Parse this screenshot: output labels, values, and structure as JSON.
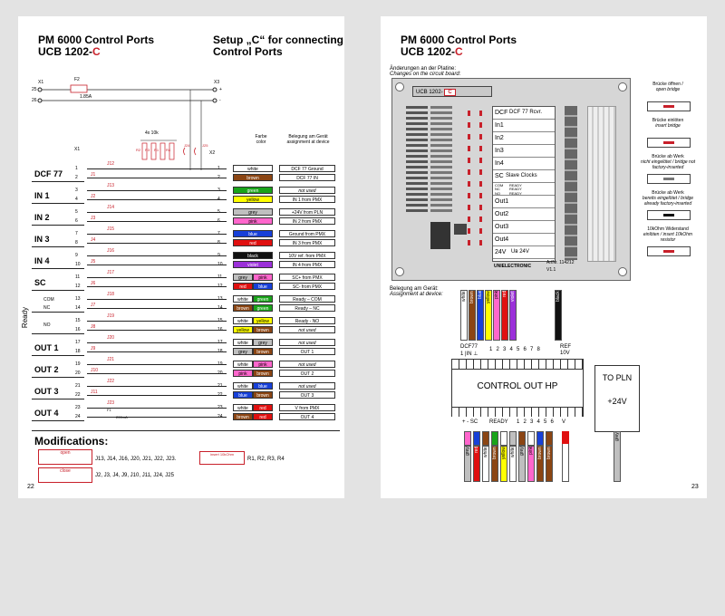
{
  "left": {
    "title_line1": "PM 6000 Control Ports",
    "title_line2": "UCB 1202-",
    "title_suffix": "C",
    "setup_line1": "Setup „C“ for connecting",
    "setup_line2": "Control Ports",
    "x1_top": "X1",
    "x3": "X3",
    "f2": "F2",
    "fuse_rating": "1.85A",
    "plus": "+",
    "minus": "-",
    "pin25": "25",
    "pin26": "26",
    "resistors_label": "4x 10k",
    "r2": "R2",
    "r3": "R3",
    "r1": "R1",
    "r4": "R4",
    "j24": "J24",
    "j25": "J25",
    "x1_mid": "X1",
    "x2": "X2",
    "col_color_1": "Farbe",
    "col_color_2": "color",
    "col_assign_1": "Belegung am Gerät",
    "col_assign_2": "assignment at device",
    "ready_label": "Ready",
    "f1": "F1",
    "f1_rating": "200mA",
    "rows": [
      {
        "name": "DCF 77",
        "sub": "",
        "pins": [
          "1",
          "2"
        ],
        "j": [
          "J12",
          "J1"
        ],
        "colors": [
          {
            "c": "white",
            "bg": "#ffffff",
            "fg": "#000"
          },
          {
            "c": "brown",
            "bg": "#8b4513",
            "fg": "#fff"
          }
        ],
        "assign": [
          "DCF 77 Ground",
          "DCF 77 IN"
        ]
      },
      {
        "name": "IN 1",
        "sub": "",
        "pins": [
          "3",
          "4"
        ],
        "j": [
          "J13",
          "J2"
        ],
        "colors": [
          {
            "c": "green",
            "bg": "#1aa31a",
            "fg": "#fff"
          },
          {
            "c": "yellow",
            "bg": "#ffff00",
            "fg": "#000"
          }
        ],
        "assign": [
          "not used",
          "IN 1 from PMX"
        ]
      },
      {
        "name": "IN 2",
        "sub": "",
        "pins": [
          "5",
          "6"
        ],
        "j": [
          "J14",
          "J3"
        ],
        "colors": [
          {
            "c": "grey",
            "bg": "#bfbfbf",
            "fg": "#000"
          },
          {
            "c": "pink",
            "bg": "#ff66cc",
            "fg": "#000"
          }
        ],
        "assign": [
          "+24V from PLN",
          "IN 2 from PMX"
        ]
      },
      {
        "name": "IN 3",
        "sub": "",
        "pins": [
          "7",
          "8"
        ],
        "j": [
          "J15",
          "J4"
        ],
        "colors": [
          {
            "c": "blue",
            "bg": "#1740d8",
            "fg": "#fff"
          },
          {
            "c": "red",
            "bg": "#e01010",
            "fg": "#fff"
          }
        ],
        "assign": [
          "Ground from PMX",
          "IN 3 from PMX"
        ]
      },
      {
        "name": "IN 4",
        "sub": "",
        "pins": [
          "9",
          "10"
        ],
        "j": [
          "J16",
          "J5"
        ],
        "colors": [
          {
            "c": "black",
            "bg": "#111111",
            "fg": "#fff"
          },
          {
            "c": "violet",
            "bg": "#9b30d9",
            "fg": "#fff"
          }
        ],
        "assign": [
          "10V ref. from PMX",
          "IN 4 from PMX"
        ]
      },
      {
        "name": "SC",
        "sub": "",
        "pins": [
          "11",
          "12"
        ],
        "j": [
          "J17",
          "J6"
        ],
        "colors": [
          {
            "c": "grey",
            "bg": "#bfbfbf",
            "fg": "#000",
            "c2": "pink",
            "bg2": "#ff66cc"
          },
          {
            "c": "red",
            "bg": "#e01010",
            "fg": "#fff",
            "c2": "blue",
            "bg2": "#1740d8"
          }
        ],
        "assign": [
          "SC+ from PMX",
          "SC- from PMX"
        ]
      },
      {
        "name": "",
        "sub": "COM",
        "pins": [
          "13",
          "14"
        ],
        "j": [
          "J18",
          "J7"
        ],
        "colors": [
          {
            "c": "white",
            "bg": "#ffffff",
            "fg": "#000",
            "c2": "green",
            "bg2": "#1aa31a"
          },
          {
            "c": "brown",
            "bg": "#8b4513",
            "fg": "#fff",
            "c2": "green",
            "bg2": "#1aa31a"
          }
        ],
        "assign": [
          "Ready – COM",
          "Ready – NC"
        ],
        "sub2": "NC"
      },
      {
        "name": "",
        "sub": "NO",
        "pins": [
          "15",
          "16"
        ],
        "j": [
          "J19",
          "J8"
        ],
        "colors": [
          {
            "c": "white",
            "bg": "#ffffff",
            "fg": "#000",
            "c2": "yellow",
            "bg2": "#ffff00"
          },
          {
            "c": "yellow",
            "bg": "#ffff00",
            "fg": "#000",
            "c2": "brown",
            "bg2": "#8b4513"
          }
        ],
        "assign": [
          "Ready - NO",
          "not used"
        ]
      },
      {
        "name": "OUT 1",
        "sub": "",
        "pins": [
          "17",
          "18"
        ],
        "j": [
          "J20",
          "J9"
        ],
        "colors": [
          {
            "c": "white",
            "bg": "#ffffff",
            "fg": "#000",
            "c2": "grey",
            "bg2": "#bfbfbf"
          },
          {
            "c": "grey",
            "bg": "#bfbfbf",
            "fg": "#000",
            "c2": "brown",
            "bg2": "#8b4513"
          }
        ],
        "assign": [
          "not used",
          "OUT 1"
        ]
      },
      {
        "name": "OUT 2",
        "sub": "",
        "pins": [
          "19",
          "20"
        ],
        "j": [
          "J21",
          "J10"
        ],
        "colors": [
          {
            "c": "white",
            "bg": "#ffffff",
            "fg": "#000",
            "c2": "pink",
            "bg2": "#ff66cc"
          },
          {
            "c": "pink",
            "bg": "#ff66cc",
            "fg": "#000",
            "c2": "brown",
            "bg2": "#8b4513"
          }
        ],
        "assign": [
          "not used",
          "OUT 2"
        ]
      },
      {
        "name": "OUT 3",
        "sub": "",
        "pins": [
          "21",
          "22"
        ],
        "j": [
          "J22",
          "J11"
        ],
        "colors": [
          {
            "c": "white",
            "bg": "#ffffff",
            "fg": "#000",
            "c2": "blue",
            "bg2": "#1740d8"
          },
          {
            "c": "blue",
            "bg": "#1740d8",
            "fg": "#fff",
            "c2": "brown",
            "bg2": "#8b4513"
          }
        ],
        "assign": [
          "not used",
          "OUT 3"
        ]
      },
      {
        "name": "OUT 4",
        "sub": "",
        "pins": [
          "23",
          "24"
        ],
        "j": [
          "J23",
          ""
        ],
        "colors": [
          {
            "c": "white",
            "bg": "#ffffff",
            "fg": "#000",
            "c2": "red",
            "bg2": "#e01010"
          },
          {
            "c": "brown",
            "bg": "#8b4513",
            "fg": "#fff",
            "c2": "red",
            "bg2": "#e01010"
          }
        ],
        "assign": [
          "V from PMX",
          "OUT 4"
        ]
      }
    ],
    "mods_title": "Modifications:",
    "mod_open": "open",
    "mod_close": "close",
    "mod_open_list": "J13, J14, J16, J20, J21, J22, J23.",
    "mod_close_list": "J2, J3, J4, J9, J10, J11, J24, J25",
    "mod_insert": "insert 10kOhm",
    "mod_r_list": "R1, R2, R3, R4",
    "page_no": "22"
  },
  "right": {
    "title_line1": "PM 6000 Control Ports",
    "title_line2": "UCB 1202-",
    "title_suffix": "C",
    "changes_de": "Änderungen an der Platine:",
    "changes_en": "Changes on the circuit board:",
    "board_label": "UCB 1202-",
    "board_c": "C",
    "board_rows": [
      "DCF",
      "In1",
      "In2",
      "In3",
      "In4",
      "SC",
      "",
      "Out1",
      "Out2",
      "Out3",
      "Out4",
      "24V"
    ],
    "dcf_rcvr": "DCF 77 Rcvr.",
    "slave_clocks": "Slave Clocks",
    "ready_com": "COM",
    "ready_nc": "NC",
    "ready_no": "NO",
    "ready_word": "READY",
    "ub_24v": "Uв 24V",
    "unielectronic": "UNIELECTRONIC",
    "artnr": "ArtNr. 114212",
    "version": "V1.1",
    "legend": [
      {
        "de": "Brücke öffnen /",
        "en": "open bridge"
      },
      {
        "de": "Brücke einlöten",
        "en": "insert bridge"
      },
      {
        "de": "Brücke ab Werk",
        "en": "nicht eingelötet / bridge not factory-inserted"
      },
      {
        "de": "Brücke ab Werk",
        "en": "bereits eingelötet / bridge already factory-inserted"
      },
      {
        "de": "10kOhm Widerstand",
        "en": "einlöten / insert 10kOhm resistor"
      }
    ],
    "assign_de": "Belegung am Gerät:",
    "assign_en": "Assignment at device:",
    "top_wires": [
      {
        "c": "white",
        "bg": "#ffffff"
      },
      {
        "c": "brown",
        "bg": "#8b4513"
      },
      {
        "c": "blue",
        "bg": "#1740d8"
      },
      {
        "c": "yellow",
        "bg": "#ffff00"
      },
      {
        "c": "pink",
        "bg": "#ff66cc"
      },
      {
        "c": "red",
        "bg": "#e01010"
      },
      {
        "c": "violet",
        "bg": "#9b30d9"
      }
    ],
    "top_black": "black",
    "top_labels": "DCF77 1 |IN ⊥   1  2  3  4  5  6  7  8   REF 10V",
    "top_label_dcf": "DCF77",
    "top_label_in": "1 |IN ⊥",
    "top_nums": [
      "1",
      "2",
      "3",
      "4",
      "5",
      "6",
      "7",
      "8"
    ],
    "top_ref": "REF",
    "top_10v": "10V",
    "connector": "CONTROL OUT HP",
    "to_pln": "TO PLN",
    "plus24": "+24V",
    "bottom_labels_sc": "+ -  SC",
    "bottom_ready": "READY",
    "bottom_nums": [
      "1",
      "2",
      "3",
      "4",
      "5",
      "6"
    ],
    "bottom_v": "V",
    "bottom_wires": [
      {
        "c": "grey",
        "bg": "#bfbfbf",
        "top": "#ff66cc"
      },
      {
        "c": "red",
        "bg": "#e01010",
        "top": "#1740d8"
      },
      {
        "c": "white",
        "bg": "#ffffff",
        "top": "#8b4513"
      },
      {
        "c": "brown",
        "bg": "#8b4513",
        "top": "#1aa31a"
      },
      {
        "c": "yellow",
        "bg": "#ffff00",
        "top": "#ffffff"
      },
      {
        "c": "white",
        "bg": "#ffffff",
        "top": "#bfbfbf"
      },
      {
        "c": "grey",
        "bg": "#bfbfbf",
        "top": "#8b4513"
      },
      {
        "c": "pink",
        "bg": "#ff66cc",
        "top": "#ffffff"
      },
      {
        "c": "brown",
        "bg": "#8b4513",
        "top": "#1740d8"
      },
      {
        "c": "brown",
        "bg": "#8b4513",
        "top": "#8b4513"
      }
    ],
    "white_wire": "white",
    "grey_wire": "grey",
    "page_no": "23"
  }
}
